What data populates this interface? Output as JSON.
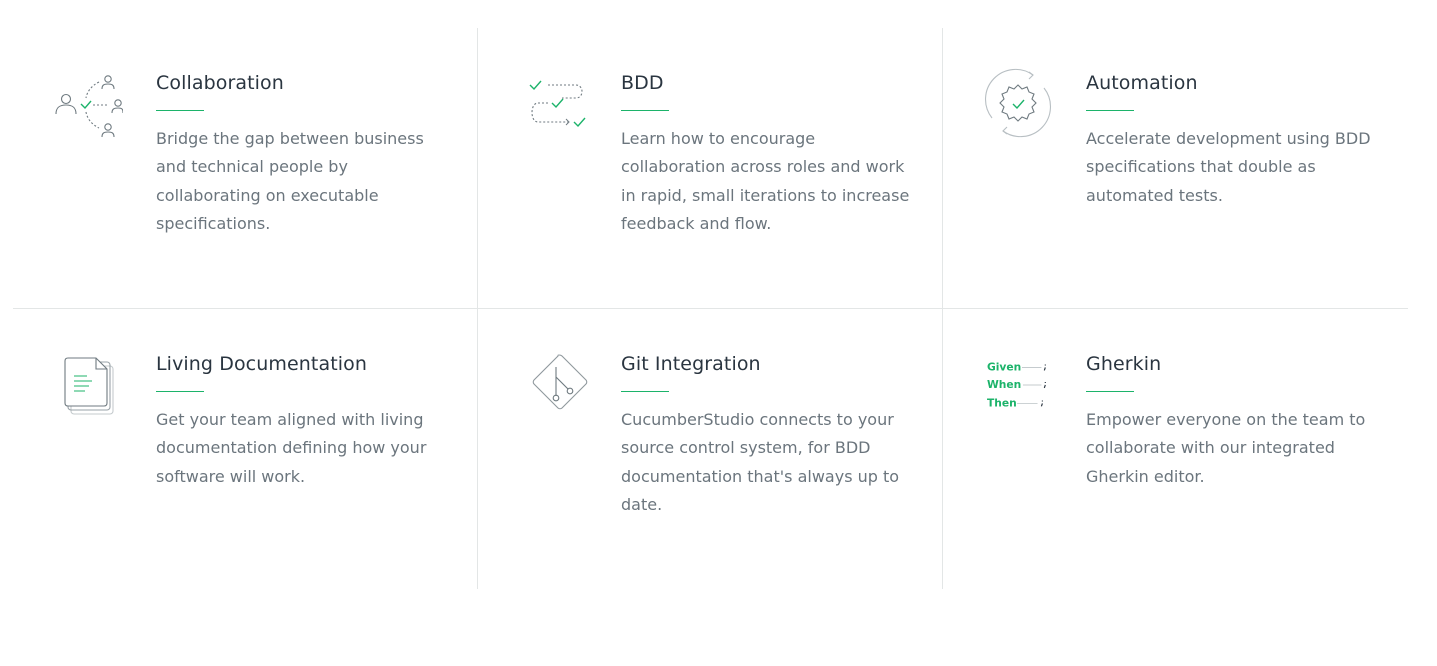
{
  "features": [
    {
      "icon": "collaboration-people-icon",
      "title": "Collaboration",
      "description": "Bridge the gap between business and technical people by collaborating on executable specifications."
    },
    {
      "icon": "bdd-flow-checks-icon",
      "title": "BDD",
      "description": "Learn how to encourage collaboration across roles and work in rapid, small iterations to increase feedback and flow."
    },
    {
      "icon": "automation-gear-icon",
      "title": "Automation",
      "description": "Accelerate development using BDD specifications that double as automated tests."
    },
    {
      "icon": "documents-stack-icon",
      "title": "Living Documentation",
      "description": "Get your team aligned with living documentation defining how your software will work."
    },
    {
      "icon": "git-branch-icon",
      "title": "Git Integration",
      "description": "CucumberStudio connects to your source control system, for BDD documentation that's always up to date."
    },
    {
      "icon": "gherkin-keywords-icon",
      "title": "Gherkin",
      "description": "Empower everyone on the team to collaborate with our integrated Gherkin editor.",
      "icon_keywords": [
        "Given",
        "When",
        "Then"
      ]
    }
  ],
  "colors": {
    "accent": "#1cb36a",
    "title": "#2a3540",
    "text": "#6b757d",
    "divider": "#e3e6e6",
    "icon_stroke": "#6f7a80"
  }
}
